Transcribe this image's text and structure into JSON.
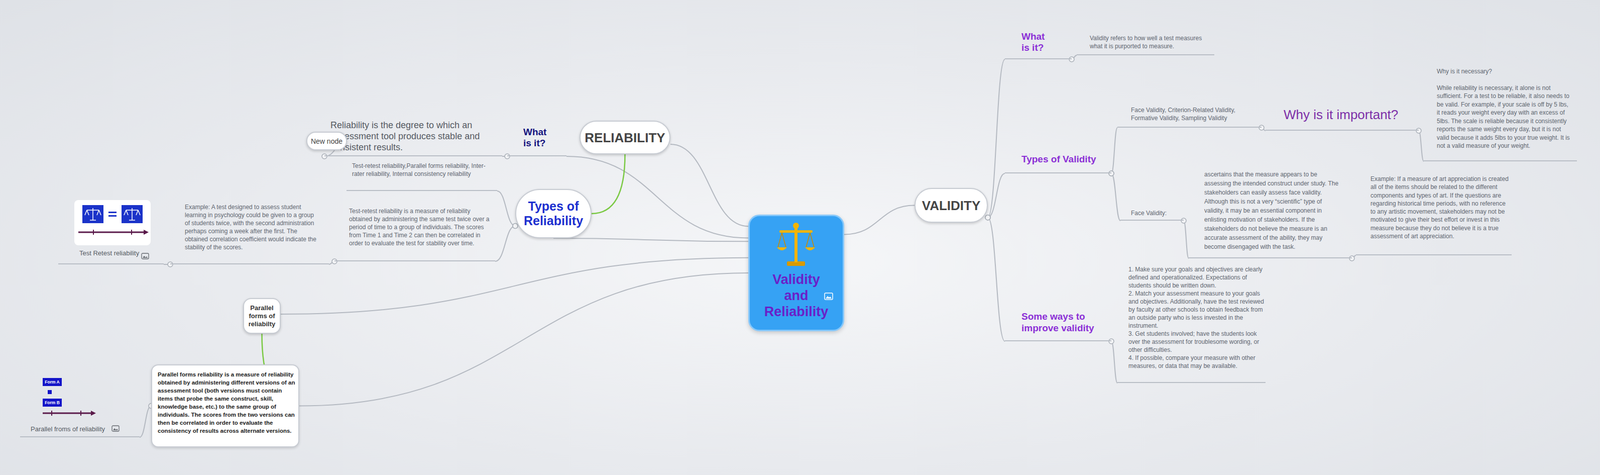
{
  "diagram": {
    "nodes": [
      {
        "text": [
          "Validity and Reliability"
        ]
      },
      {
        "text": [
          "RELIABILITY"
        ]
      },
      {
        "text": [
          "What is it?"
        ]
      },
      {
        "text": [
          "Reliability is the degree to which an assessment tool produces stable and consistent results."
        ]
      },
      {
        "text": [
          "New node"
        ]
      },
      {
        "text": [
          "Types of Reliability"
        ]
      },
      {
        "text": [
          "Test-retest reliability,Parallel forms reliability, Inter-rater reliability, Internal consistency reliability"
        ]
      },
      {
        "text": [
          "Test-retest reliability is a measure of reliability obtained by administering the same test twice over a period of time to a group of individuals. The scores from Time 1 and Time 2 can then be correlated in order to evaluate the test for stability over time."
        ]
      },
      {
        "text": [
          "Example: A test designed to assess student learning in psychology could be given to a group of students twice, with the second administration perhaps coming a week after the first. The obtained correlation coefficient would indicate the stability of the scores."
        ]
      },
      {
        "text": [
          "Test Retest reliability"
        ]
      },
      {
        "text": [
          "Parallel forms of reliabilty"
        ]
      },
      {
        "text": [
          "Parallel forms reliability is a measure of reliability obtained by administering different versions of an assessment tool (both versions must contain items that probe the same construct, skill, knowledge base, etc.) to the same group of individuals. The scores from the two versions can then be correlated in order to evaluate the consistency of results across alternate versions."
        ]
      },
      {
        "text": [
          "Parallel froms of reliability"
        ]
      },
      {
        "text": [
          "VALIDITY"
        ]
      },
      {
        "text": [
          "What is it?"
        ]
      },
      {
        "text": [
          "Validity refers to how well a test measures what it is purported to measure."
        ]
      },
      {
        "text": [
          "Types of Validity"
        ]
      },
      {
        "text": [
          "Face Validity, Criterion-Related Validity, Formative Validity, Sampling Validity"
        ]
      },
      {
        "text": [
          "Why is it important?"
        ]
      },
      {
        "text": [
          "Why is it necessary?",
          "While reliability is necessary, it alone is not sufficient. For a test to be reliable, it also needs to be valid. For example, if your scale is off by 5 lbs, it reads your weight every day with an excess of 5lbs. The scale is reliable because it consistently reports the same weight every day, but it is not valid because it adds 5lbs to your true weight. It is not a valid measure of your weight."
        ]
      },
      {
        "text": [
          "Face Validity:"
        ]
      },
      {
        "text": [
          "ascertains that the measure appears to be assessing the intended construct under study. The stakeholders can easily assess face validity. Although this is not a very “scientific” type of validity, it may be an essential component in enlisting motivation of stakeholders. If the stakeholders do not believe the measure is an accurate assessment of the ability, they may become disengaged with the task."
        ]
      },
      {
        "text": [
          "Example: If a measure of art appreciation is created all of the items should be related to the different components and types of art. If the questions are regarding historical time periods, with no reference to any artistic movement, stakeholders may not be motivated to give their best effort or invest in this measure because they do not believe it is a true assessment of art appreciation."
        ]
      },
      {
        "text": [
          "Some ways to improve validity"
        ]
      },
      {
        "text": [
          "1. Make sure your goals and objectives are clearly defined and operationalized. Expectations of students should be written down.",
          "2. Match your assessment measure to your goals and objectives. Additionally, have the test reviewed by faculty at other schools to obtain feedback from an outside party who is less invested in the instrument.",
          "3. Get students involved; have the students look over the assessment for troublesome wording, or other difficulties.",
          "4. If possible, compare your measure with other measures, or data that may be available."
        ]
      }
    ],
    "edges": [
      {
        "from": 0,
        "to": 1,
        "arrow": "none"
      },
      {
        "from": 0,
        "to": 2,
        "arrow": "none"
      },
      {
        "from": 2,
        "to": 3,
        "arrow": "none"
      },
      {
        "from": 3,
        "to": 4,
        "arrow": "none"
      },
      {
        "from": 0,
        "to": 5,
        "arrow": "none"
      },
      {
        "from": 1,
        "to": 5,
        "arrow": "none"
      },
      {
        "from": 5,
        "to": 6,
        "arrow": "none"
      },
      {
        "from": 5,
        "to": 7,
        "arrow": "none"
      },
      {
        "from": 7,
        "to": 8,
        "arrow": "none"
      },
      {
        "from": 8,
        "to": 9,
        "arrow": "none"
      },
      {
        "from": 0,
        "to": 10,
        "arrow": "none"
      },
      {
        "from": 0,
        "to": 11,
        "arrow": "none"
      },
      {
        "from": 10,
        "to": 11,
        "arrow": "none"
      },
      {
        "from": 11,
        "to": 12,
        "arrow": "none"
      },
      {
        "from": 0,
        "to": 13,
        "arrow": "none"
      },
      {
        "from": 13,
        "to": 14,
        "arrow": "none"
      },
      {
        "from": 14,
        "to": 15,
        "arrow": "none"
      },
      {
        "from": 13,
        "to": 16,
        "arrow": "none"
      },
      {
        "from": 16,
        "to": 17,
        "arrow": "none"
      },
      {
        "from": 17,
        "to": 18,
        "arrow": "none"
      },
      {
        "from": 18,
        "to": 19,
        "arrow": "none"
      },
      {
        "from": 16,
        "to": 20,
        "arrow": "none"
      },
      {
        "from": 20,
        "to": 21,
        "arrow": "none"
      },
      {
        "from": 21,
        "to": 22,
        "arrow": "none"
      },
      {
        "from": 13,
        "to": 23,
        "arrow": "none"
      },
      {
        "from": 23,
        "to": 24,
        "arrow": "none"
      }
    ],
    "labels": [
      "Form A",
      "Form B"
    ]
  }
}
